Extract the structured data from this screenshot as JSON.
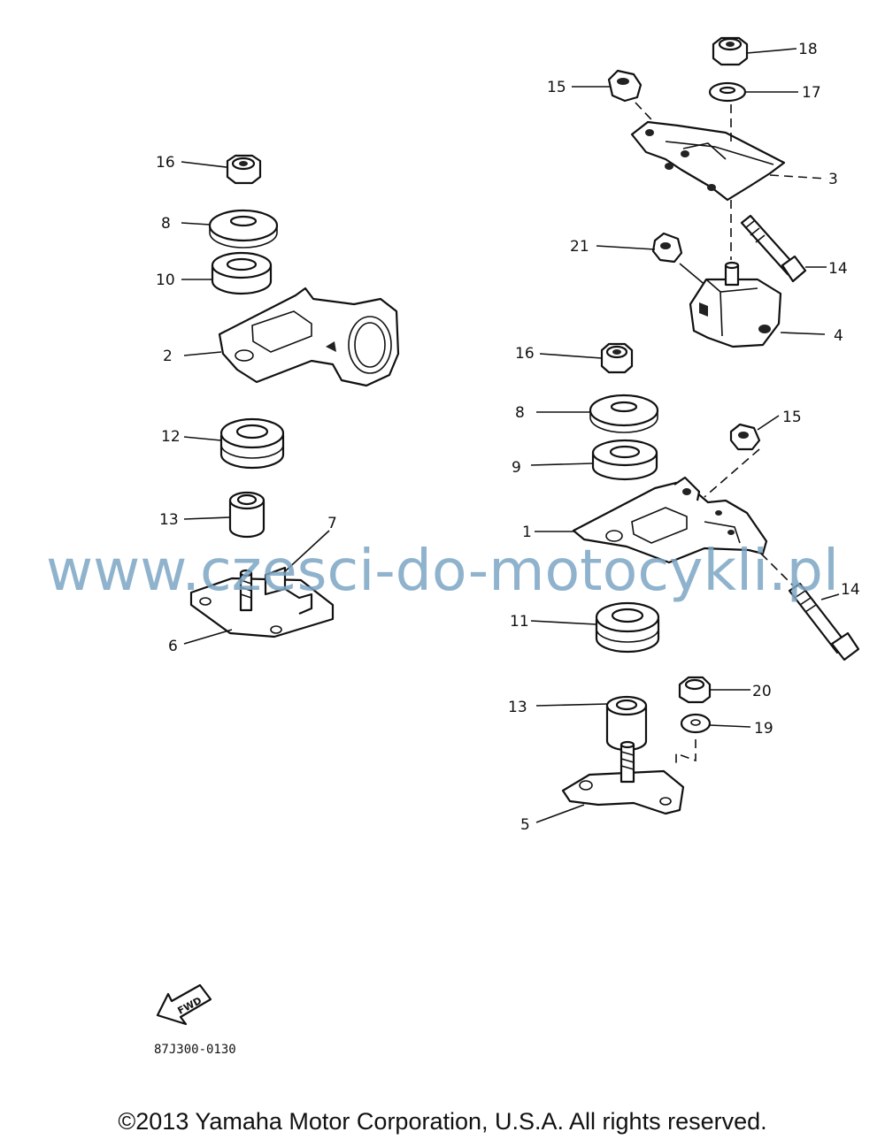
{
  "diagram": {
    "code": "87J300-0130",
    "fwd_label": "FWD",
    "watermark": "www.czesci-do-motocykli.pl",
    "copyright": "©2013 Yamaha Motor Corporation, U.S.A. All rights reserved.",
    "labels": {
      "l16a": "16",
      "l8a": "8",
      "l10": "10",
      "l2": "2",
      "l12": "12",
      "l13a": "13",
      "l7": "7",
      "l6": "6",
      "l18": "18",
      "l15a": "15",
      "l17": "17",
      "l3": "3",
      "l21": "21",
      "l14a": "14",
      "l4": "4",
      "l16b": "16",
      "l8b": "8",
      "l15b": "15",
      "l9": "9",
      "l1": "1",
      "l14b": "14",
      "l11": "11",
      "l13b": "13",
      "l20": "20",
      "l19": "19",
      "l5": "5"
    }
  }
}
